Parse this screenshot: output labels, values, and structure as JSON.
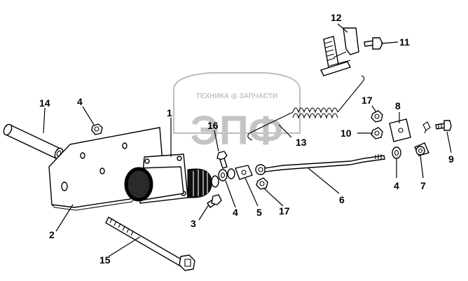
{
  "watermark": {
    "small_text": "ТЕХНИКА ◎ ЗАПЧАСТИ",
    "logo_text": "ЭПФ"
  },
  "callouts": [
    {
      "id": "c1",
      "text": "1"
    },
    {
      "id": "c2",
      "text": "2"
    },
    {
      "id": "c3",
      "text": "3"
    },
    {
      "id": "c4a",
      "text": "4"
    },
    {
      "id": "c4b",
      "text": "4"
    },
    {
      "id": "c4c",
      "text": "4"
    },
    {
      "id": "c5",
      "text": "5"
    },
    {
      "id": "c6",
      "text": "6"
    },
    {
      "id": "c7",
      "text": "7"
    },
    {
      "id": "c8",
      "text": "8"
    },
    {
      "id": "c9",
      "text": "9"
    },
    {
      "id": "c10",
      "text": "10"
    },
    {
      "id": "c11",
      "text": "11"
    },
    {
      "id": "c12",
      "text": "12"
    },
    {
      "id": "c13",
      "text": "13"
    },
    {
      "id": "c14",
      "text": "14"
    },
    {
      "id": "c15",
      "text": "15"
    },
    {
      "id": "c16",
      "text": "16"
    },
    {
      "id": "c17a",
      "text": "17"
    },
    {
      "id": "c17b",
      "text": "17"
    }
  ]
}
